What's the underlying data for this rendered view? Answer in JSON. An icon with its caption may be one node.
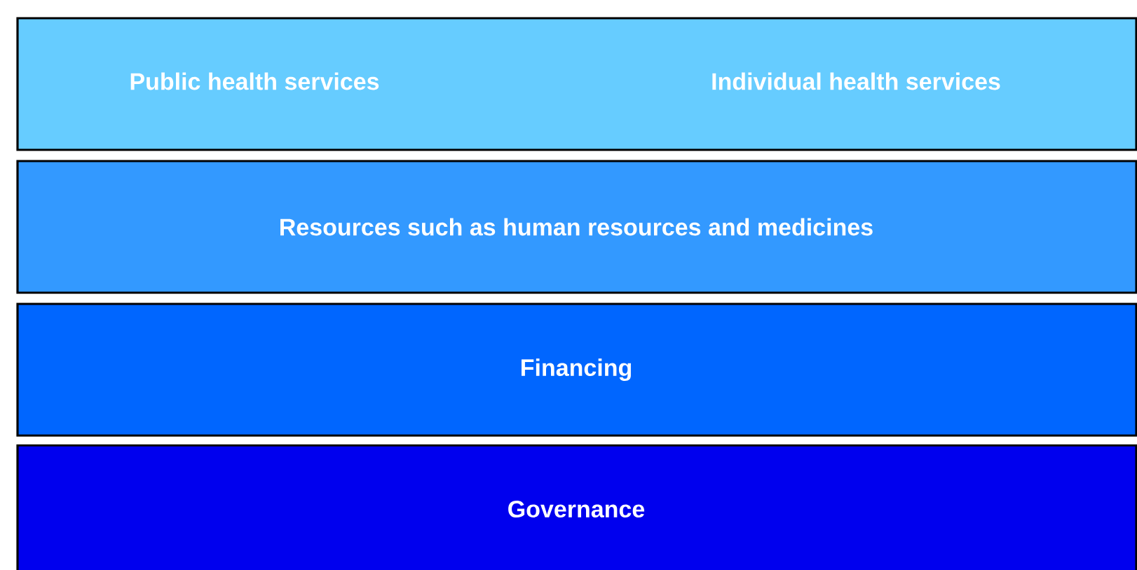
{
  "diagram": {
    "nodes": [
      {
        "text": [
          "Public health services",
          "Individual health services"
        ]
      },
      {
        "text": [
          "Resources such as human resources and medicines"
        ]
      },
      {
        "text": [
          "Financing"
        ]
      },
      {
        "text": [
          "Governance"
        ]
      }
    ]
  }
}
